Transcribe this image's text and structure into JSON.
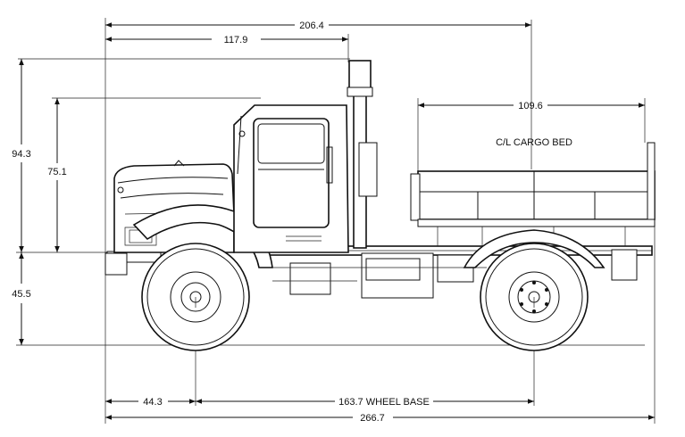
{
  "dimensions": {
    "overall_length": "266.7",
    "height_top_to_rear": "206.4",
    "front_to_stack": "117.9",
    "cargo_bed_length": "109.6",
    "overall_height": "94.3",
    "cab_height": "75.1",
    "ground_to_frame": "45.5",
    "front_overhang": "44.3",
    "wheel_base": "163.7 WHEEL BASE"
  },
  "labels": {
    "cargo_bed": "C/L CARGO BED"
  }
}
